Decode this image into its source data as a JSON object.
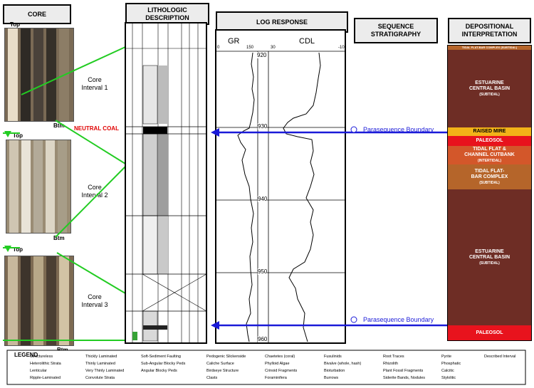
{
  "headers": {
    "core": "CORE",
    "lithologic": "LITHOLOGIC\nDESCRIPTION",
    "log": "LOG RESPONSE",
    "sequence": "SEQUENCE\nSTRATIGRAPHY",
    "depositional": "DEPOSITIONAL\nINTERPRETATION"
  },
  "core": {
    "top_label": "Top",
    "btm_label": "Btm",
    "intervals": [
      "Core\nInterval 1",
      "Core\nInterval 2",
      "Core\nInterval 3"
    ]
  },
  "neutral_coal": "NEUTRAL COAL",
  "log": {
    "gr_label": "GR",
    "cdl_label": "CDL",
    "gr_scale_min": "0",
    "gr_scale_max": "150",
    "cdl_scale_min": "30",
    "cdl_scale_max": "-10",
    "depth_ticks": [
      "920",
      "930",
      "940",
      "950",
      "960"
    ]
  },
  "sequence": {
    "boundary_label": "Parasequence Boundary"
  },
  "depositional": {
    "zones": [
      {
        "name": "TIDAL FLAT-BAR COMPLEX (SUBTIDAL)",
        "sub": "",
        "color": "#b5652a"
      },
      {
        "name": "ESTUARINE\nCENTRAL BASIN",
        "sub": "(SUBTIDAL)",
        "color": "#6e2d25"
      },
      {
        "name": "RAISED MIRE",
        "sub": "",
        "color": "#f2b318"
      },
      {
        "name": "PALEOSOL",
        "sub": "",
        "color": "#e8131d"
      },
      {
        "name": "TIDAL FLAT &\nCHANNEL CUTBANK",
        "sub": "(INTERTIDAL)",
        "color": "#d3572a"
      },
      {
        "name": "TIDAL FLAT-\nBAR COMPLEX",
        "sub": "(SUBTIDAL)",
        "color": "#b5652a"
      },
      {
        "name": "ESTUARINE\nCENTRAL BASIN",
        "sub": "(SUBTIDAL)",
        "color": "#6e2d25"
      },
      {
        "name": "PALEOSOL",
        "sub": "",
        "color": "#e8131d"
      }
    ]
  },
  "legend": {
    "title": "LEGEND",
    "col1": [
      "Structureless",
      "Heterolithic Strata",
      "Lenticular",
      "Ripple-Laminated"
    ],
    "col2": [
      "Thickly Laminated",
      "Thinly Laminated",
      "Very Thinly Laminated",
      "Convolute Strata"
    ],
    "col3": [
      "Soft-Sediment Faulting",
      "Sub-Angular Blocky Peds",
      "Angular Blocky Peds"
    ],
    "col4": [
      "Pedogenic Slickenside",
      "Caliche Surface",
      "Birdseye Structure",
      "Clasts"
    ],
    "col5": [
      "Chaetetes (coral)",
      "Phylloid Algae",
      "Crinoid Fragments",
      "Foraminifera"
    ],
    "col6": [
      "Fusulinids",
      "Bivalve (whole, hash)",
      "Bioturbation",
      "Burrows"
    ],
    "col7": [
      "Root Traces",
      "Rhizolith",
      "Plant Fossil Fragments",
      "Siderite Bands, Nodules"
    ],
    "col8": [
      "Pyrite",
      "Phosphatic",
      "Calcitic",
      "Stylolitic"
    ],
    "col9": [
      "Described Interval"
    ]
  }
}
